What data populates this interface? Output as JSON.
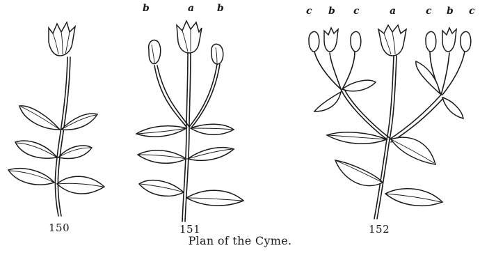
{
  "figures": [
    {
      "number": "150",
      "letters": []
    },
    {
      "number": "151",
      "letters": [
        "b",
        "a",
        "b"
      ]
    },
    {
      "number": "152",
      "letters": [
        "c",
        "b",
        "c",
        "a",
        "c",
        "b",
        "c"
      ]
    }
  ],
  "caption": "Plan of the Cyme."
}
